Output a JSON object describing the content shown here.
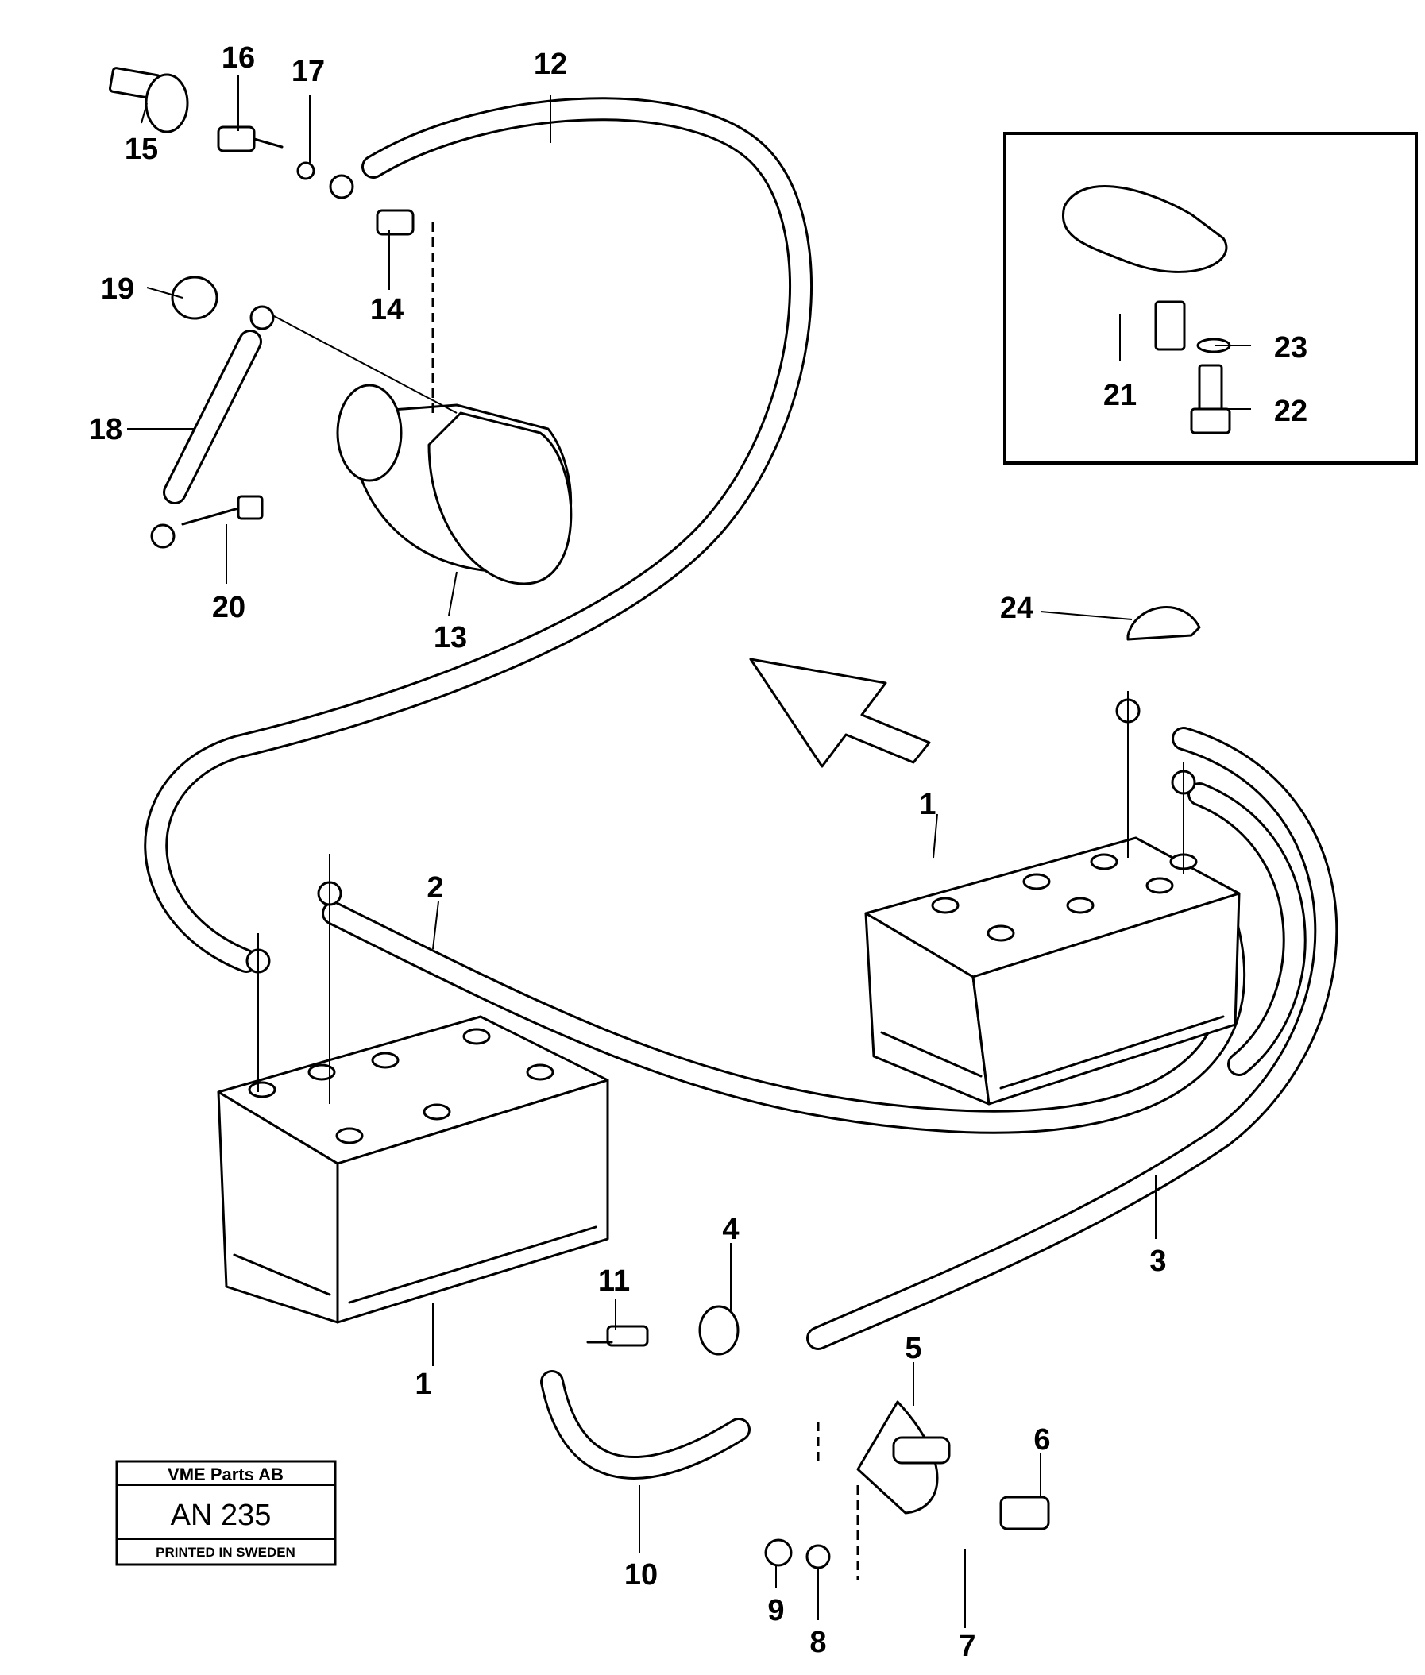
{
  "callouts": [
    "1",
    "1",
    "1",
    "2",
    "3",
    "4",
    "5",
    "6",
    "7",
    "8",
    "9",
    "10",
    "11",
    "12",
    "13",
    "14",
    "15",
    "16",
    "17",
    "18",
    "19",
    "20",
    "21",
    "22",
    "23",
    "24"
  ],
  "stamp": {
    "company": "VME Parts AB",
    "code": "AN 235",
    "printed": "PRINTED IN SWEDEN"
  }
}
